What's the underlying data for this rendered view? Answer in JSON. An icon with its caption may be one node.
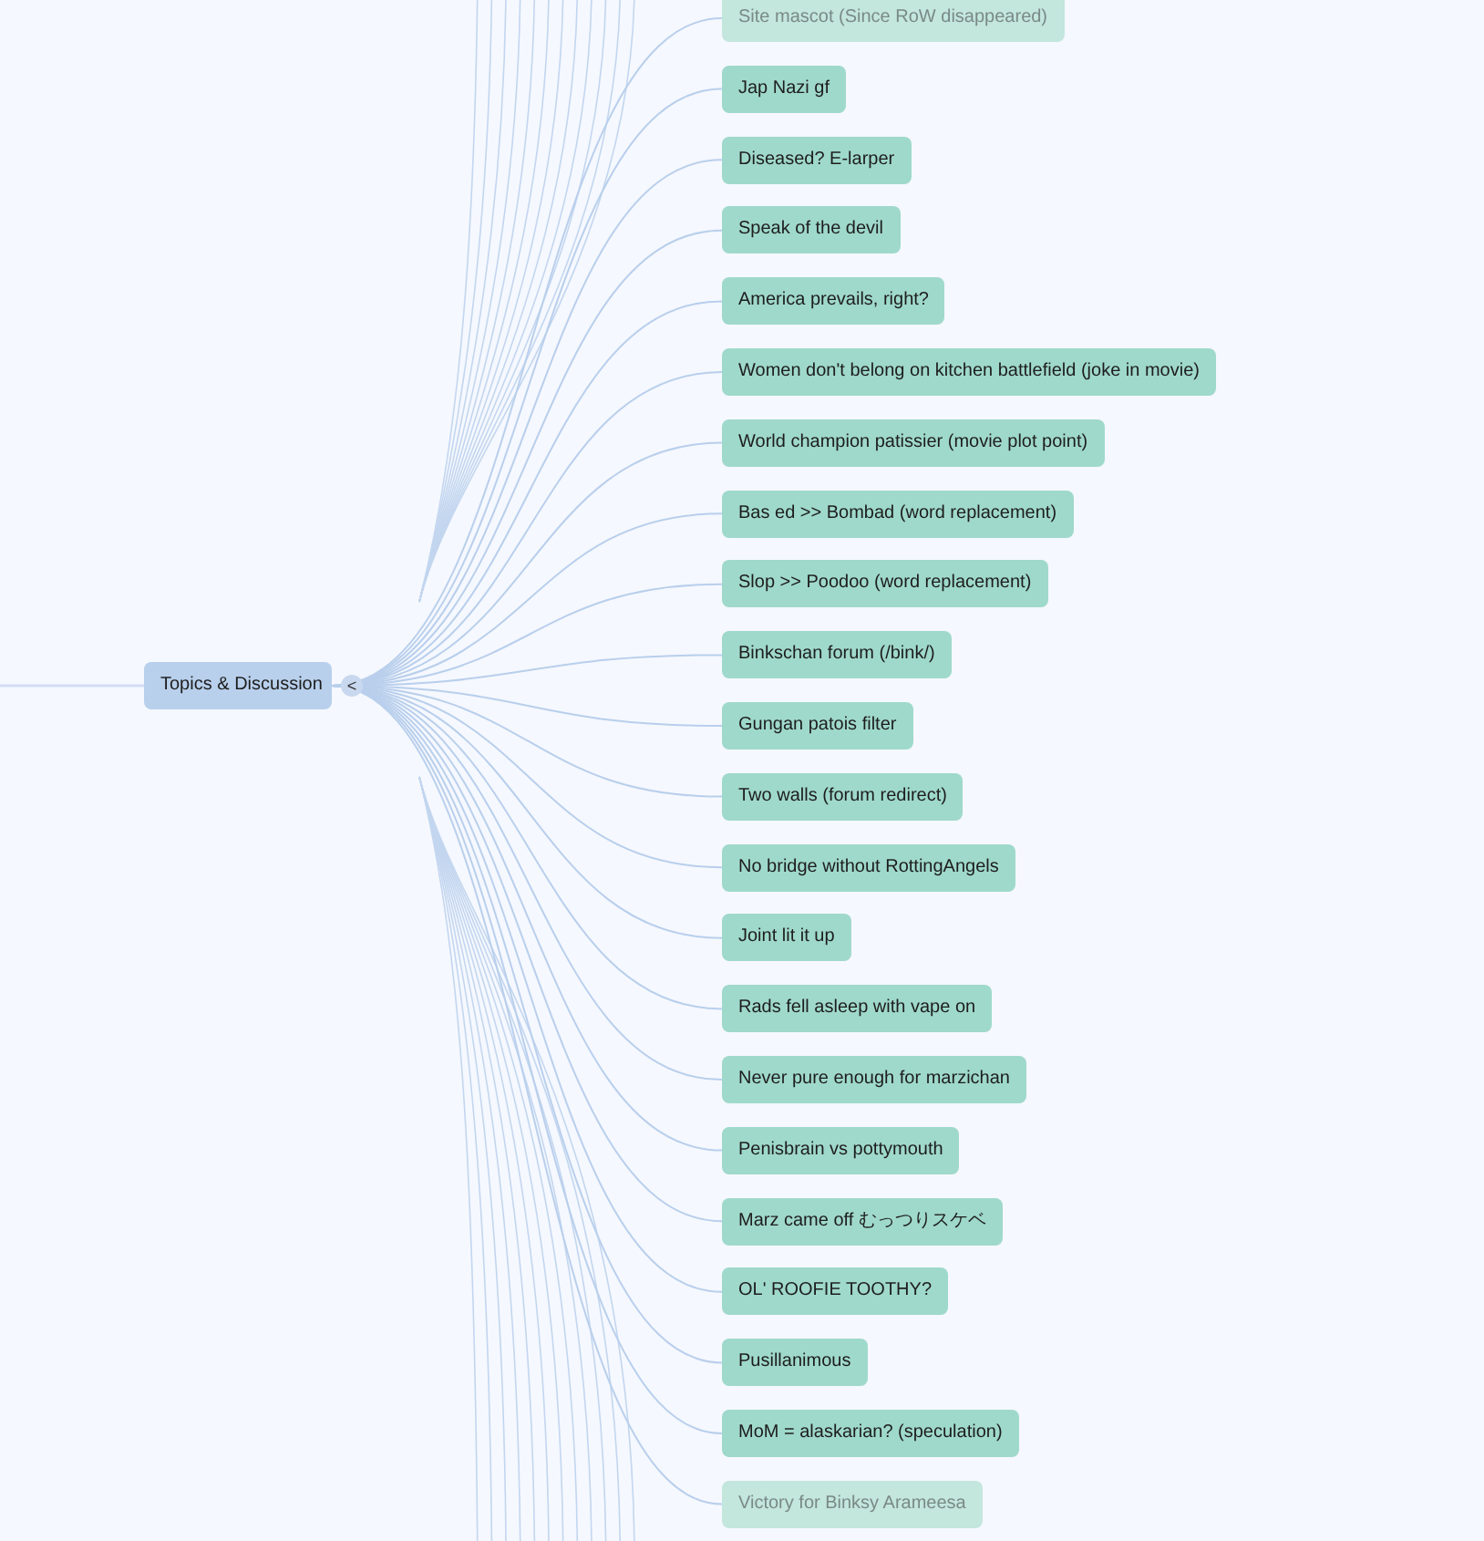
{
  "diagram": {
    "nodes": [
      {
        "text": [
          "Topics & Discussion"
        ],
        "beside": [
          "<"
        ]
      },
      {
        "text": [
          "Site mascot (Since RoW disappeared)"
        ]
      },
      {
        "text": [
          "Jap Nazi gf"
        ]
      },
      {
        "text": [
          "Diseased? E-larper"
        ]
      },
      {
        "text": [
          "Speak of the devil"
        ]
      },
      {
        "text": [
          "America prevails, right?"
        ]
      },
      {
        "text": [
          "Women don't belong on kitchen battlefield (joke in movie)"
        ]
      },
      {
        "text": [
          "World champion patissier (movie plot point)"
        ]
      },
      {
        "text": [
          "Bas ed >> Bombad (word replacement)"
        ]
      },
      {
        "text": [
          "Slop >> Poodoo (word replacement)"
        ]
      },
      {
        "text": [
          "Binkschan forum (/bink/)"
        ]
      },
      {
        "text": [
          "Gungan patois filter"
        ]
      },
      {
        "text": [
          "Two walls (forum redirect)"
        ]
      },
      {
        "text": [
          "No bridge without RottingAngels"
        ]
      },
      {
        "text": [
          "Joint lit it up"
        ]
      },
      {
        "text": [
          "Rads fell asleep with vape on"
        ]
      },
      {
        "text": [
          "Never pure enough for marzichan"
        ]
      },
      {
        "text": [
          "Penisbrain vs pottymouth"
        ]
      },
      {
        "text": [
          "Marz came off むっつりスケベ"
        ]
      },
      {
        "text": [
          "OL' ROOFIE TOOTHY?"
        ]
      },
      {
        "text": [
          "Pusillanimous"
        ]
      },
      {
        "text": [
          "MoM = alaskarian? (speculation)"
        ]
      },
      {
        "text": [
          "Victory for Binksy Arameesa"
        ]
      }
    ],
    "edges": [
      {
        "from": null,
        "to": 0,
        "arrow": "none"
      },
      {
        "from": 0,
        "to": 1,
        "arrow": "none"
      },
      {
        "from": 0,
        "to": 2,
        "arrow": "none"
      },
      {
        "from": 0,
        "to": 3,
        "arrow": "none"
      },
      {
        "from": 0,
        "to": 4,
        "arrow": "none"
      },
      {
        "from": 0,
        "to": 5,
        "arrow": "none"
      },
      {
        "from": 0,
        "to": 6,
        "arrow": "none"
      },
      {
        "from": 0,
        "to": 7,
        "arrow": "none"
      },
      {
        "from": 0,
        "to": 8,
        "arrow": "none"
      },
      {
        "from": 0,
        "to": 9,
        "arrow": "none"
      },
      {
        "from": 0,
        "to": 10,
        "arrow": "none"
      },
      {
        "from": 0,
        "to": 11,
        "arrow": "none"
      },
      {
        "from": 0,
        "to": 12,
        "arrow": "none"
      },
      {
        "from": 0,
        "to": 13,
        "arrow": "none"
      },
      {
        "from": 0,
        "to": 14,
        "arrow": "none"
      },
      {
        "from": 0,
        "to": 15,
        "arrow": "none"
      },
      {
        "from": 0,
        "to": 16,
        "arrow": "none"
      },
      {
        "from": 0,
        "to": 17,
        "arrow": "none"
      },
      {
        "from": 0,
        "to": 18,
        "arrow": "none"
      },
      {
        "from": 0,
        "to": 19,
        "arrow": "none"
      },
      {
        "from": 0,
        "to": 20,
        "arrow": "none"
      },
      {
        "from": 0,
        "to": 21,
        "arrow": "none"
      },
      {
        "from": 0,
        "to": 22,
        "arrow": "none"
      }
    ]
  }
}
